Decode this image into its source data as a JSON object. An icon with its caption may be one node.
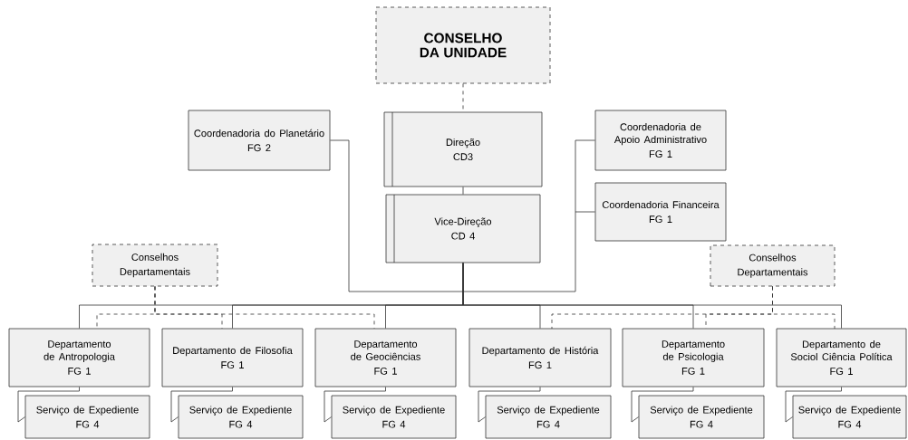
{
  "diagram": {
    "nodes": [
      {
        "text": [
          "CONSELHO DA UNIDADE"
        ]
      },
      {
        "text": [
          "Coordenadoria do Planetário",
          "FG 2"
        ]
      },
      {
        "text": [
          "Direção",
          "CD3"
        ]
      },
      {
        "text": [
          "Coordenadoria de Apoio Administrativo",
          "FG 1"
        ]
      },
      {
        "text": [
          "Vice-Direção",
          "CD 4"
        ]
      },
      {
        "text": [
          "Coordenadoria Financeira",
          "FG 1"
        ]
      },
      {
        "text": [
          "Conselhos Departamentais"
        ]
      },
      {
        "text": [
          "Conselhos Departamentais"
        ]
      },
      {
        "text": [
          "Departamento de Antropologia",
          "FG 1"
        ]
      },
      {
        "text": [
          "Departamento de Filosofia",
          "FG 1"
        ]
      },
      {
        "text": [
          "Departamento de Geociências",
          "FG 1"
        ]
      },
      {
        "text": [
          "Departamento de História",
          "FG 1"
        ]
      },
      {
        "text": [
          "Departamento de Psicologia",
          "FG 1"
        ]
      },
      {
        "text": [
          "Departamento de Sociol Ciência Política",
          "FG 1"
        ]
      },
      {
        "text": [
          "Serviço de Expediente",
          "FG 4"
        ]
      },
      {
        "text": [
          "Serviço de Expediente",
          "FG 4"
        ]
      },
      {
        "text": [
          "Serviço de Expediente",
          "FG 4"
        ]
      },
      {
        "text": [
          "Serviço de Expediente",
          "FG 4"
        ]
      },
      {
        "text": [
          "Serviço de Expediente",
          "FG 4"
        ]
      },
      {
        "text": [
          "Serviço de Expediente",
          "FG 4"
        ]
      }
    ],
    "edges": [
      {
        "from": 0,
        "to": 2,
        "arrow": "none",
        "style": "dashed"
      },
      {
        "from": 2,
        "to": 4,
        "arrow": "none"
      },
      {
        "from": 4,
        "to": 8,
        "arrow": "none"
      },
      {
        "from": 4,
        "to": 9,
        "arrow": "none"
      },
      {
        "from": 4,
        "to": 10,
        "arrow": "none"
      },
      {
        "from": 4,
        "to": 11,
        "arrow": "none"
      },
      {
        "from": 4,
        "to": 12,
        "arrow": "none"
      },
      {
        "from": 4,
        "to": 13,
        "arrow": "none"
      },
      {
        "from": 1,
        "to": 3,
        "arrow": "none"
      },
      {
        "from": 1,
        "to": 5,
        "arrow": "none"
      },
      {
        "from": 6,
        "to": 8,
        "arrow": "none",
        "style": "dashed"
      },
      {
        "from": 6,
        "to": 9,
        "arrow": "none",
        "style": "dashed"
      },
      {
        "from": 6,
        "to": 10,
        "arrow": "none",
        "style": "dashed"
      },
      {
        "from": 7,
        "to": 11,
        "arrow": "none",
        "style": "dashed"
      },
      {
        "from": 7,
        "to": 12,
        "arrow": "none",
        "style": "dashed"
      },
      {
        "from": 7,
        "to": 13,
        "arrow": "none",
        "style": "dashed"
      },
      {
        "from": 8,
        "to": 14,
        "arrow": "none"
      },
      {
        "from": 9,
        "to": 15,
        "arrow": "none"
      },
      {
        "from": 10,
        "to": 16,
        "arrow": "none"
      },
      {
        "from": 11,
        "to": 17,
        "arrow": "none"
      },
      {
        "from": 12,
        "to": 18,
        "arrow": "none"
      },
      {
        "from": 13,
        "to": 19,
        "arrow": "none"
      }
    ]
  }
}
